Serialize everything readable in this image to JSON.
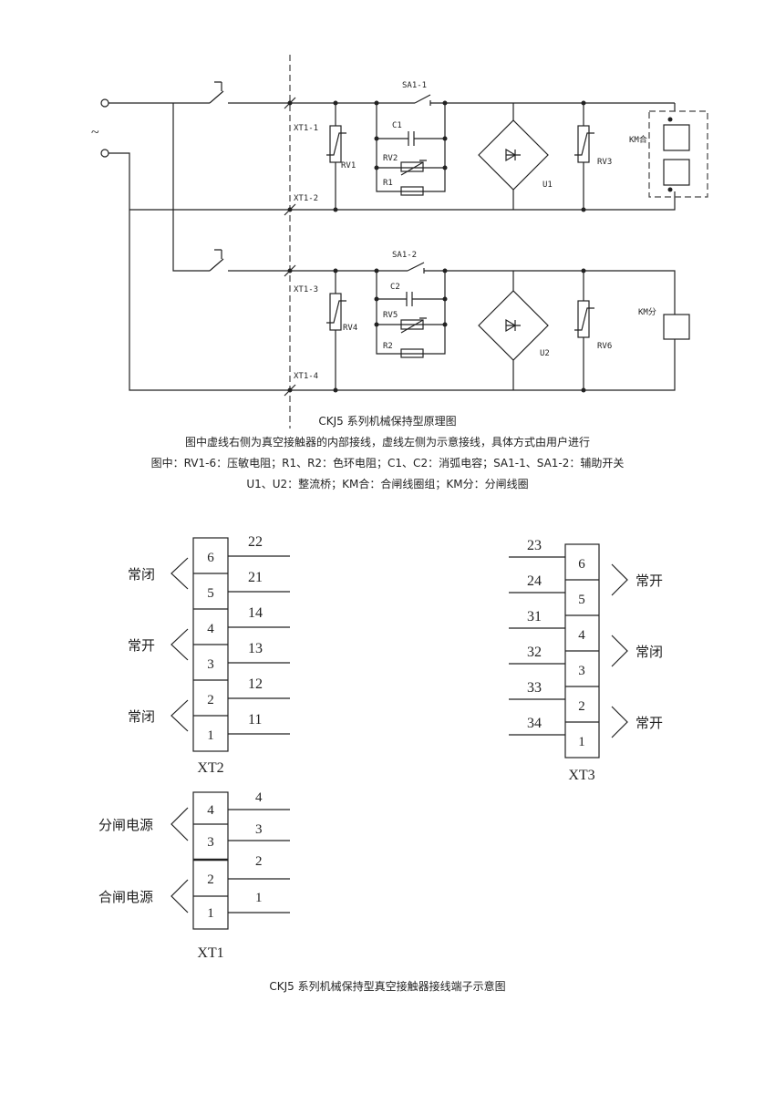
{
  "schematic": {
    "switch_labels": [
      "SA1-1",
      "SA1-2"
    ],
    "terminal_labels": [
      "XT1-1",
      "XT1-2",
      "XT1-3",
      "XT1-4"
    ],
    "varistor_labels": [
      "RV1",
      "RV2",
      "RV3",
      "RV4",
      "RV5",
      "RV6"
    ],
    "capacitor_labels": [
      "C1",
      "C2"
    ],
    "resistor_labels": [
      "R1",
      "R2"
    ],
    "bridge_labels": [
      "U1",
      "U2"
    ],
    "coil_labels": [
      "KM合",
      "KM分"
    ],
    "ac_symbol": "~"
  },
  "captions": {
    "title": "CKJ5 系列机械保持型原理图",
    "line1": "图中虚线右侧为真空接触器的内部接线，虚线左侧为示意接线，具体方式由用户进行",
    "line2": "图中：RV1-6：压敏电阻；R1、R2：色环电阻；C1、C2：消弧电容；SA1-1、SA1-2：辅助开关",
    "line3": "U1、U2：整流桥；KM合：合闸线圈组；KM分：分闸线圈"
  },
  "xt2": {
    "name": "XT2",
    "pins": [
      "6",
      "5",
      "4",
      "3",
      "2",
      "1"
    ],
    "wires": [
      "22",
      "21",
      "14",
      "13",
      "12",
      "11"
    ],
    "groups": [
      "常闭",
      "常开",
      "常闭"
    ]
  },
  "xt3": {
    "name": "XT3",
    "pins": [
      "6",
      "5",
      "4",
      "3",
      "2",
      "1"
    ],
    "wires": [
      "23",
      "24",
      "31",
      "32",
      "33",
      "34"
    ],
    "groups": [
      "常开",
      "常闭",
      "常开"
    ]
  },
  "xt1": {
    "name": "XT1",
    "pins": [
      "4",
      "3",
      "2",
      "1"
    ],
    "wires": [
      "4",
      "3",
      "2",
      "1"
    ],
    "groups": [
      "分闸电源",
      "合闸电源"
    ]
  },
  "bottom_caption": "CKJ5 系列机械保持型真空接触器接线端子示意图"
}
